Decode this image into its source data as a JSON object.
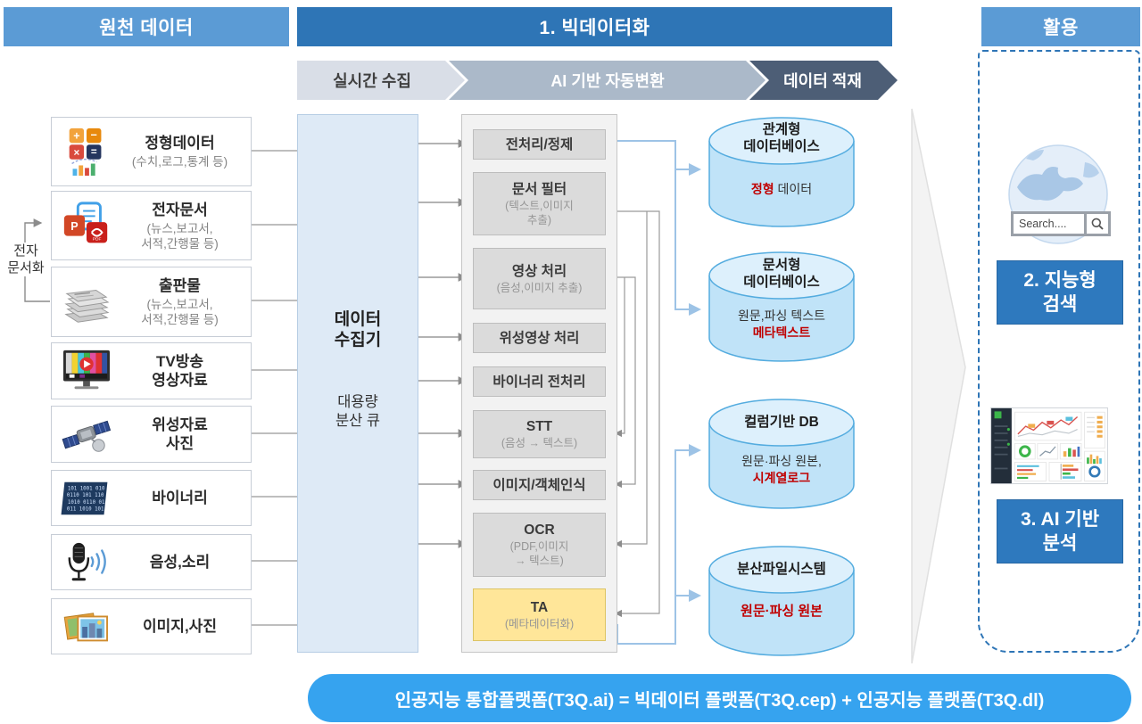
{
  "headers": {
    "source": "원천 데이터",
    "bigdata": "1. 빅데이터화",
    "usage": "활용"
  },
  "pipeline": {
    "collect": "실시간 수집",
    "transform": "AI 기반 자동변환",
    "load": "데이터 적재"
  },
  "digitize_label": "전자\n문서화",
  "sources": [
    {
      "title": "정형데이터",
      "subtitle": "(수치,로그,통계 등)",
      "icon": "calculator-chart-icon"
    },
    {
      "title": "전자문서",
      "subtitle": "(뉴스,보고서,\n서적,간행물 등)",
      "icon": "documents-icon"
    },
    {
      "title": "출판물",
      "subtitle": "(뉴스,보고서,\n서적,간행물 등)",
      "icon": "newspaper-stack-icon"
    },
    {
      "title": "TV방송\n영상자료",
      "subtitle": "",
      "icon": "tv-icon"
    },
    {
      "title": "위성자료\n사진",
      "subtitle": "",
      "icon": "satellite-icon"
    },
    {
      "title": "바이너리",
      "subtitle": "",
      "icon": "binary-icon"
    },
    {
      "title": "음성,소리",
      "subtitle": "",
      "icon": "microphone-icon"
    },
    {
      "title": "이미지,사진",
      "subtitle": "",
      "icon": "photos-icon"
    }
  ],
  "collector": {
    "title": "데이터\n수집기",
    "subtitle": "대용량\n분산 큐"
  },
  "processors": [
    {
      "title": "전처리/정제",
      "subtitle": ""
    },
    {
      "title": "문서 필터",
      "subtitle": "(텍스트,이미지\n추출)"
    },
    {
      "title": "영상 처리",
      "subtitle": "(음성,이미지 추출)"
    },
    {
      "title": "위성영상 처리",
      "subtitle": ""
    },
    {
      "title": "바이너리 전처리",
      "subtitle": ""
    },
    {
      "title": "STT",
      "subtitle": "(음성 → 텍스트)"
    },
    {
      "title": "이미지/객체인식",
      "subtitle": ""
    },
    {
      "title": "OCR",
      "subtitle": "(PDF,이미지\n→ 텍스트)"
    },
    {
      "title": "TA",
      "subtitle": "(메타데이터화)"
    }
  ],
  "databases": [
    {
      "title": "관계형\n데이터베이스",
      "red": "정형",
      "dark": "데이터"
    },
    {
      "title": "문서형\n데이터베이스",
      "dark": "원문,파싱 텍스트",
      "red": "메타텍스트"
    },
    {
      "title": "컬럼기반 DB",
      "dark": "원문·파싱 원본,",
      "red": "시계열로그"
    },
    {
      "title": "분산파일시스템",
      "dark": "",
      "red": "원문·파싱 원본"
    }
  ],
  "usage": {
    "search_placeholder": "Search....",
    "search_box": "2. 지능형\n검색",
    "analysis_box": "3. AI 기반\n분석"
  },
  "footer": "인공지능 통합플랫폼(T3Q.ai) = 빅데이터 플랫폼(T3Q.cep) + 인공지능 플랫폼(T3Q.dl)",
  "colors": {
    "header_light": "#5B9BD5",
    "header_dark": "#2E75B6",
    "chevron1": "#D9DEE7",
    "chevron2": "#ABB9C9",
    "chevron3": "#4D5E76",
    "cylinder_body": "#C0E3F8",
    "cylinder_top": "#DDF0FC",
    "cylinder_stroke": "#54ACDF",
    "ta_highlight": "#FFE699",
    "footer_pill": "#36A3EF",
    "red_text": "#C00000"
  }
}
